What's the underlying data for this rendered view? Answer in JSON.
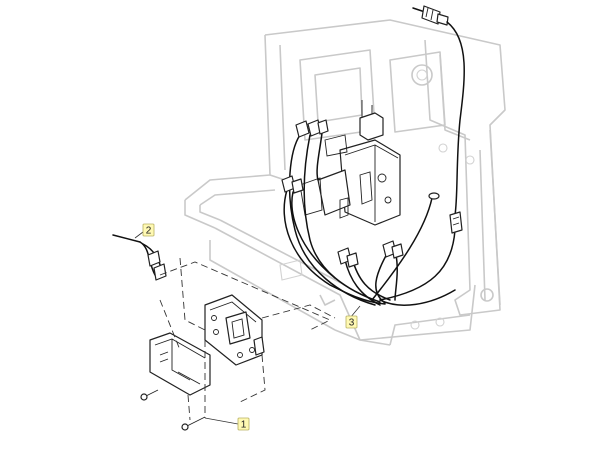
{
  "callouts": [
    {
      "id": "1",
      "label": "1"
    },
    {
      "id": "2",
      "label": "2"
    },
    {
      "id": "3",
      "label": "3"
    }
  ],
  "colors": {
    "callout_fill": "#fff9b3",
    "ghost_frame": "#c9c9c9",
    "parts": "#222222"
  }
}
